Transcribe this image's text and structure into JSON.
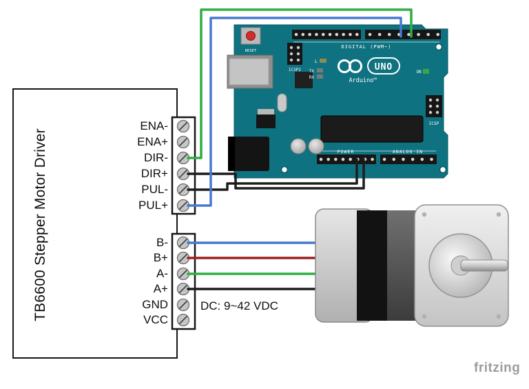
{
  "driver": {
    "label": "TB6600 Stepper Motor Driver",
    "control_terminals": [
      "ENA-",
      "ENA+",
      "DIR-",
      "DIR+",
      "PUL-",
      "PUL+"
    ],
    "power_terminals": [
      "B-",
      "B+",
      "A-",
      "A+",
      "GND",
      "VCC"
    ],
    "power_note": "DC: 9~42 VDC"
  },
  "arduino": {
    "board_name": "UNO",
    "brand": "Arduino™",
    "silkscreen": {
      "reset": "RESET",
      "icsp2": "ICSP2",
      "icsp": "ICSP",
      "digital": "DIGITAL (PWM~)",
      "power": "POWER",
      "analog_in": "ANALOG IN",
      "l": "L",
      "tx": "TX",
      "rx": "RX",
      "on": "ON"
    }
  },
  "colors": {
    "board": "#0f7280",
    "wire_green": "#2fae43",
    "wire_blue": "#4679cf",
    "wire_red": "#9c2121",
    "wire_black": "#1c1c1c"
  },
  "watermark": "fritzing"
}
